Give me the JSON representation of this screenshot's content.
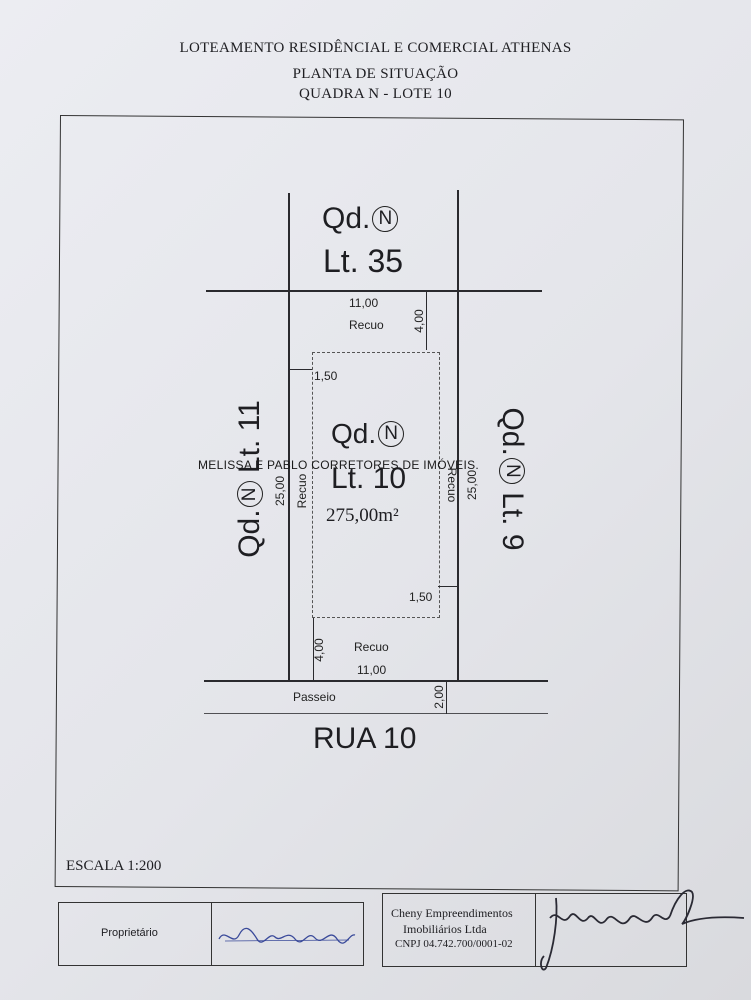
{
  "header": {
    "line1": "LOTEAMENTO RESIDÊNCIAL E COMERCIAL ATHENAS",
    "line2": "PLANTA DE SITUAÇÃO",
    "line3": "QUADRA N - LOTE 10"
  },
  "top_lot": {
    "qd": "Qd.",
    "qd_letter": "N",
    "lt": "Lt. 35"
  },
  "left_lot": {
    "qd": "Qd.",
    "qd_letter": "N",
    "lt": "Lt. 11"
  },
  "right_lot": {
    "qd": "Qd.",
    "qd_letter": "N",
    "lt": "Lt. 9"
  },
  "main_lot": {
    "qd": "Qd.",
    "qd_letter": "N",
    "lt": "Lt. 10",
    "area": "275,00m²"
  },
  "dimensions": {
    "top_width": "11,00",
    "top_recuo": "Recuo",
    "top_setback": "4,00",
    "side_setback_top": "1,50",
    "left_depth": "25,00",
    "left_recuo": "Recuo",
    "right_recuo": "Recuo",
    "right_depth": "25,00",
    "side_setback_bottom": "1,50",
    "bottom_setback": "4,00",
    "bottom_recuo": "Recuo",
    "bottom_width": "11,00",
    "passeio": "Passeio",
    "passeio_width": "2,00"
  },
  "street": "RUA 10",
  "scale": "ESCALA 1:200",
  "watermark": "MELISSA E PABLO CORRETORES DE IMÓVEIS.",
  "footer": {
    "owner_label": "Proprietário",
    "company_line1": "Cheny Empreendimentos",
    "company_line2": "Imobiliários Ltda",
    "company_cnpj": "CNPJ 04.742.700/0001-02"
  }
}
